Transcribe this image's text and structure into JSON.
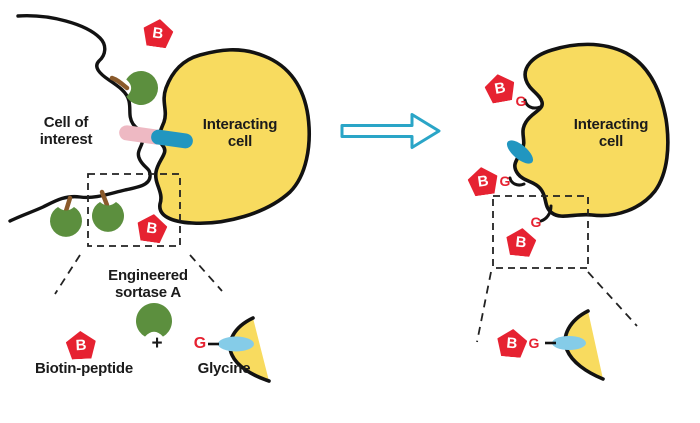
{
  "figure": {
    "description": "Sortase A cell-interaction biotin labeling scheme, before and after reaction",
    "labels": {
      "cell_of_interest": "Cell of\ninterest",
      "interacting_cell": "Interacting\ncell",
      "engineered_sortase": "Engineered\nsortase A",
      "biotin_peptide": "Biotin-peptide",
      "plus": "+",
      "glycine": "Glycine"
    },
    "badges": {
      "biotin": "B",
      "glycine": "G"
    },
    "colors": {
      "biotin_red": "#e62231",
      "cell_yellow": "#f8db5f",
      "sortase_green": "#5c8f3e",
      "receptor_teal": "#2196c0",
      "glycine_blue": "#85cce8",
      "receptor_pink": "#eeb9c3",
      "stem_brown": "#8a5a2b",
      "arrow_teal": "#2aa5c7",
      "outline": "#121212"
    }
  }
}
